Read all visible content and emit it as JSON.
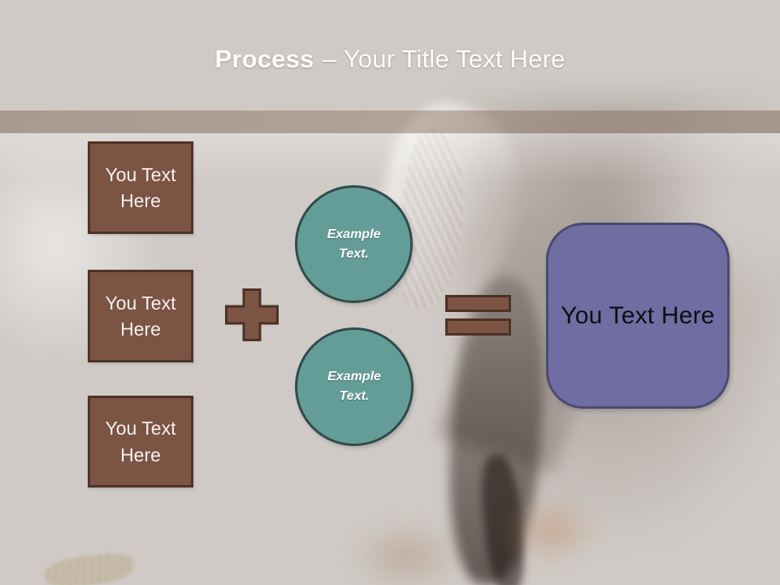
{
  "slide": {
    "title": {
      "emphasis": "Process",
      "rest": "– Your Title Text Here"
    }
  },
  "steps": [
    {
      "label": "You Text Here"
    },
    {
      "label": "You Text Here"
    },
    {
      "label": "You Text Here"
    }
  ],
  "examples": [
    {
      "label": "Example Text."
    },
    {
      "label": "Example Text."
    }
  ],
  "result": {
    "label": "You Text Here"
  },
  "icons": {
    "plus": "plus-operator",
    "equals": "equals-operator"
  },
  "colors": {
    "header_top": "#4e352a",
    "header_bottom": "#8c5f4a",
    "under_strip": "#ab9e97",
    "canvas": "#cfcac5",
    "step_fill": "#7b5444",
    "step_border": "#4e3226",
    "circle_fill": "#649c98",
    "circle_border": "#2f4b4a",
    "result_fill": "#6f6da2",
    "result_border": "#4a4a71",
    "operator_fill": "#7b5444",
    "operator_border": "#4c3126",
    "title_text": "#ffffff",
    "result_text": "#0e0e12"
  }
}
